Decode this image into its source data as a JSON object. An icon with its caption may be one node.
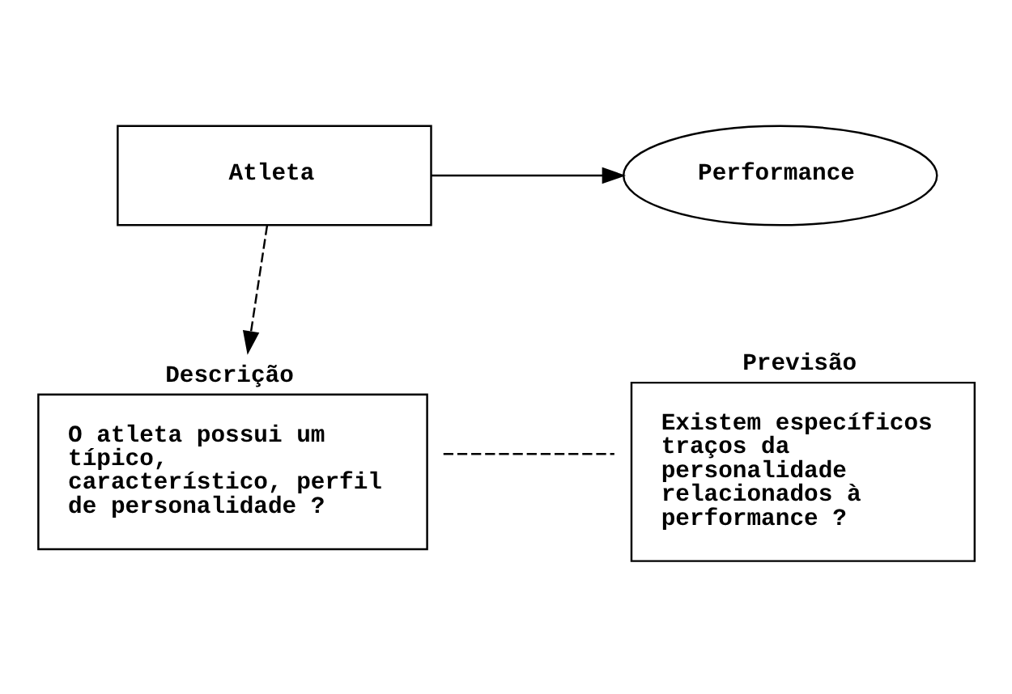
{
  "diagram": {
    "nodes": [
      {
        "text": [
          "Atleta"
        ]
      },
      {
        "text": [
          "Performance"
        ]
      },
      {
        "text": [
          "Descrição",
          "O atleta possui um típico, característico, perfil de personalidade ?"
        ]
      },
      {
        "text": [
          "Previsão",
          "Existem específicos traços da personalidade relacionados à performance ?"
        ]
      }
    ],
    "edges": [
      {
        "from": 0,
        "to": 1,
        "arrow": "to"
      },
      {
        "from": 0,
        "to": 2,
        "arrow": "to",
        "style": "dashed"
      },
      {
        "from": 2,
        "to": 3,
        "arrow": "none",
        "style": "dashed"
      }
    ]
  }
}
